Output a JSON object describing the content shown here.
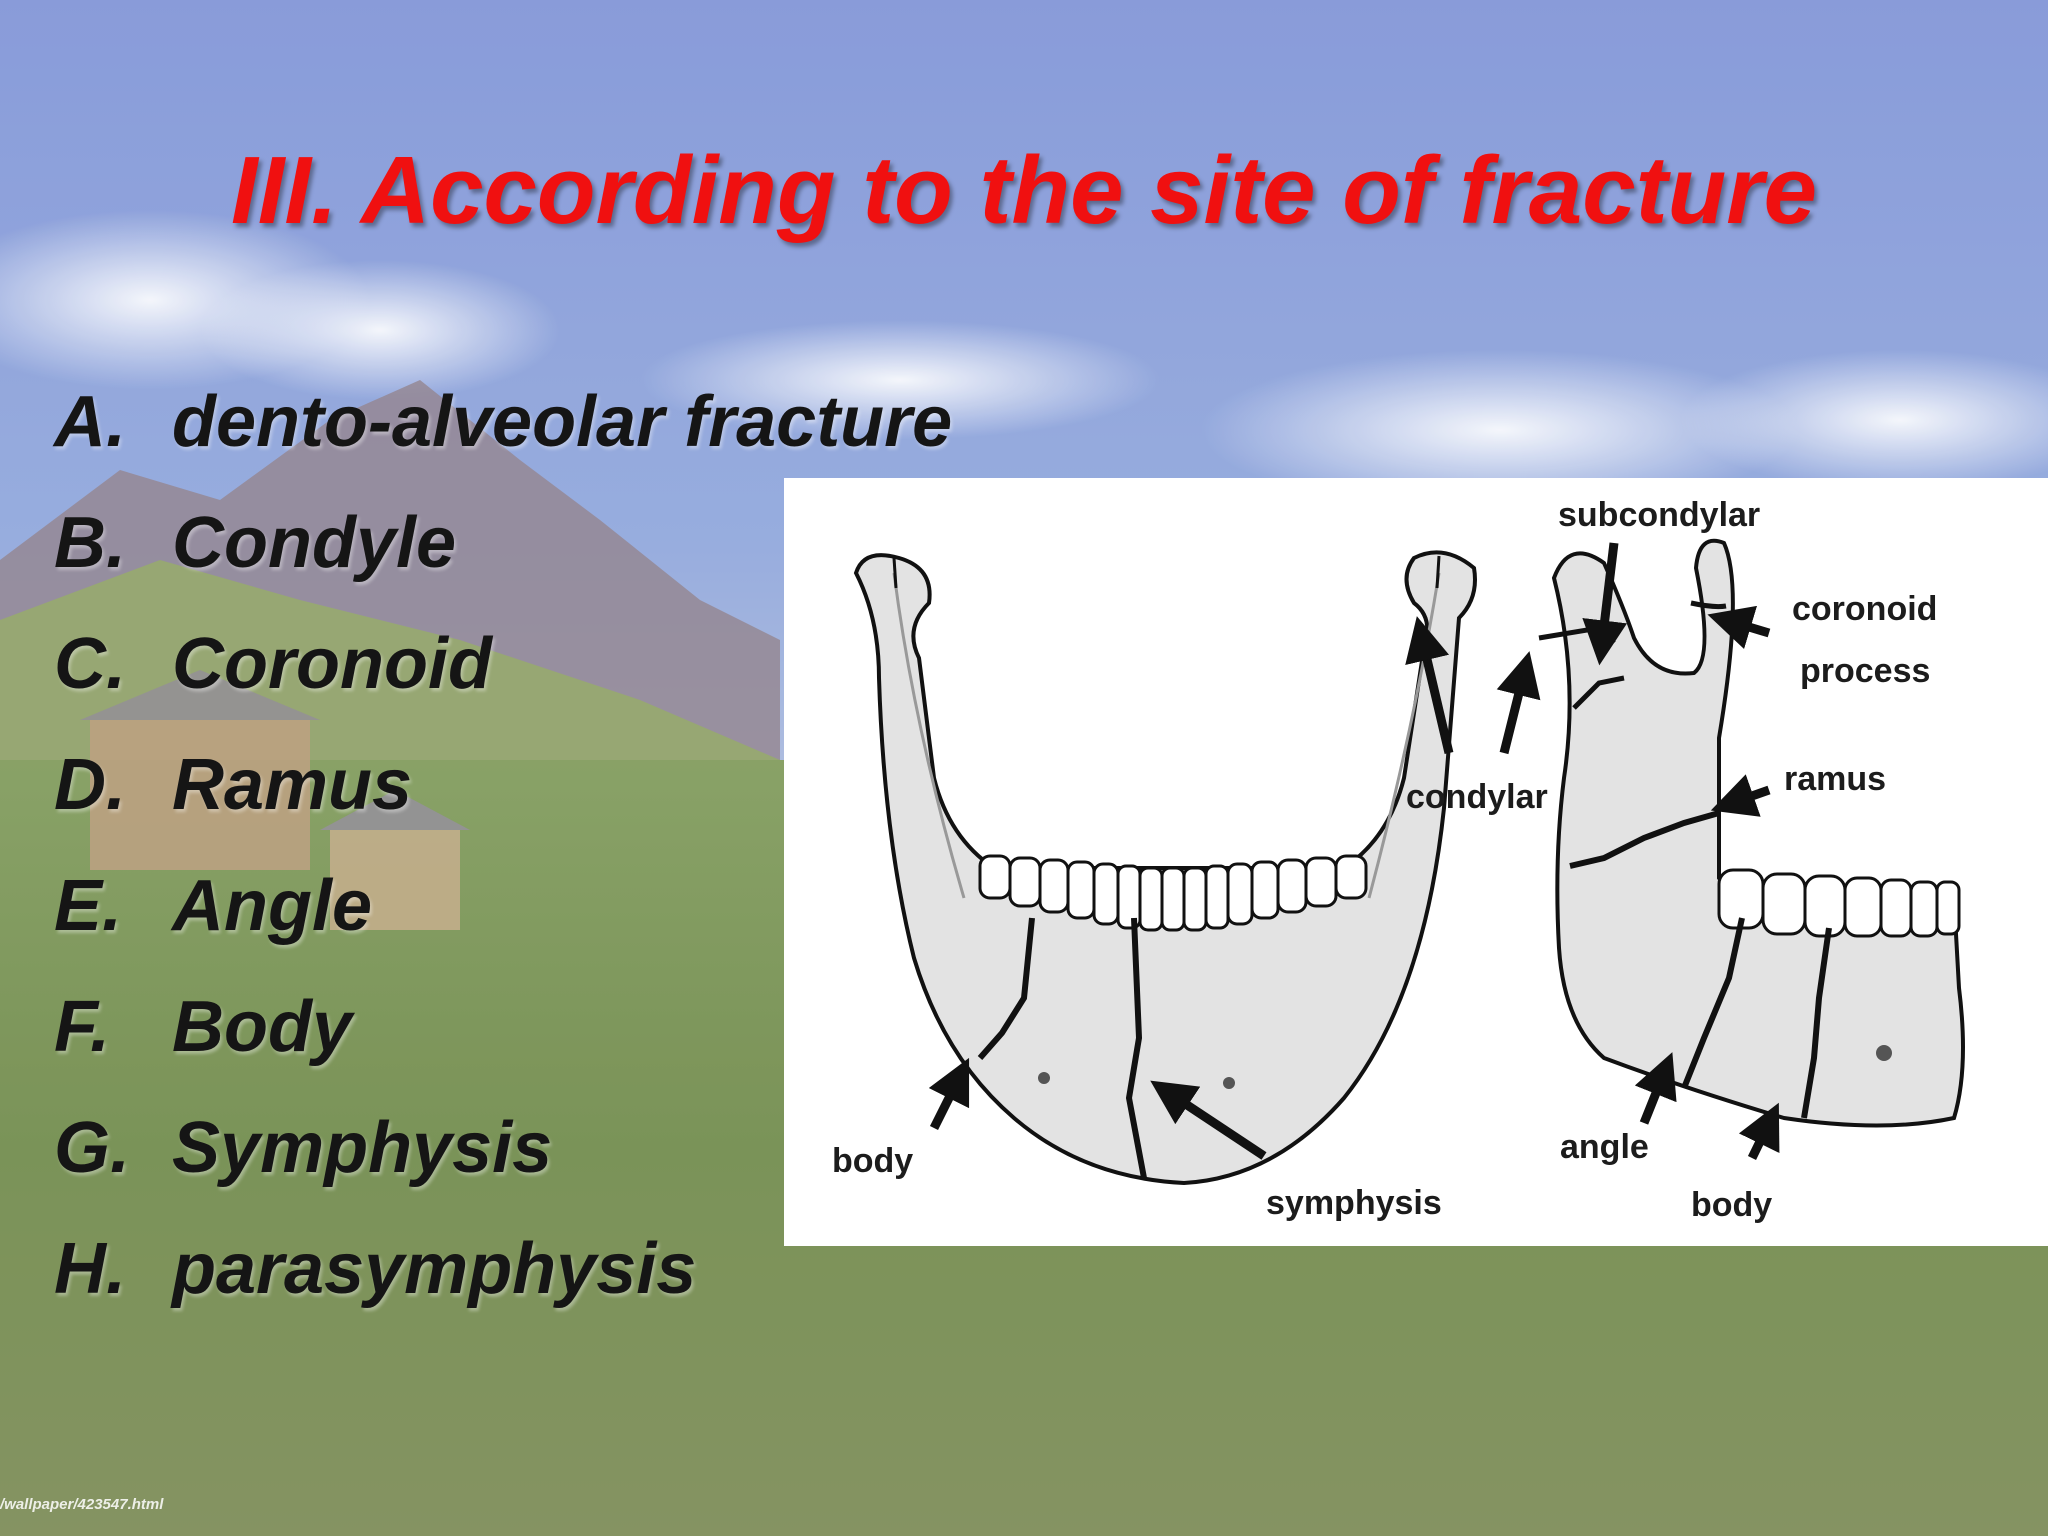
{
  "slide": {
    "title": "III. According to the site of fracture",
    "items": [
      {
        "letter": "A.",
        "text": "dento-alveolar fracture"
      },
      {
        "letter": "B.",
        "text": "Condyle"
      },
      {
        "letter": "C.",
        "text": "Coronoid"
      },
      {
        "letter": "D.",
        "text": "Ramus"
      },
      {
        "letter": "E.",
        "text": "Angle"
      },
      {
        "letter": "F.",
        "text": "Body"
      },
      {
        "letter": "G.",
        "text": "Symphysis"
      },
      {
        "letter": "H.",
        "text": "parasymphysis"
      }
    ],
    "watermark": "/wallpaper/423547.html"
  },
  "diagram": {
    "labels": {
      "subcondylar": "subcondylar",
      "coronoid_1": "coronoid",
      "coronoid_2": "process",
      "ramus": "ramus",
      "condylar": "condylar",
      "body_left": "body",
      "symphysis": "symphysis",
      "angle": "angle",
      "body_right": "body"
    }
  },
  "colors": {
    "title": "#f01010",
    "list_text": "#151515",
    "bone_fill": "#e3e3e3",
    "bone_stroke": "#111111"
  }
}
